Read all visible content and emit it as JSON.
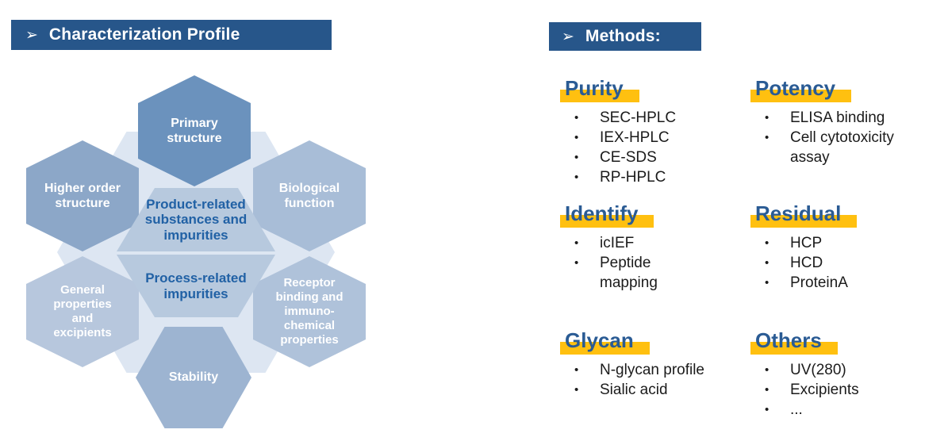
{
  "left_panel": {
    "arrow": "➢",
    "title": "Characterization Profile"
  },
  "diagram": {
    "hexagons": {
      "primary": {
        "label": "Primary\nstructure"
      },
      "higher_order": {
        "label": "Higher order\nstructure"
      },
      "biological": {
        "label": "Biological\nfunction"
      },
      "general": {
        "label": "General\nproperties\nand\nexcipients"
      },
      "receptor": {
        "label": "Receptor\nbinding and\nimmuno-\nchemical\nproperties"
      },
      "stability": {
        "label": "Stability"
      },
      "center_top": {
        "label": "Product-related\nsubstances and\nimpurities"
      },
      "center_bottom": {
        "label": "Process-related\nimpurities"
      }
    },
    "colors": {
      "primary": "#6B92BD",
      "higher_order": "#8CA7C8",
      "biological": "#A8BDD7",
      "general": "#B7C7DD",
      "receptor": "#AFC2DA",
      "stability": "#9DB4D1",
      "center": "#B7C9DE",
      "center_text": "#2161A5",
      "shadow": "#DDE6F2"
    }
  },
  "right_panel": {
    "arrow": "➢",
    "title": "Methods:",
    "bullet_char": "•",
    "sections": [
      {
        "heading": "Purity",
        "items": [
          "SEC-HPLC",
          "IEX-HPLC",
          "CE-SDS",
          "RP-HPLC"
        ]
      },
      {
        "heading": "Potency",
        "items": [
          "ELISA binding",
          "Cell cytotoxicity\nassay"
        ]
      },
      {
        "heading": "Identify",
        "items": [
          "icIEF",
          "Peptide\nmapping"
        ]
      },
      {
        "heading": "Residual",
        "items": [
          "HCP",
          "HCD",
          "ProteinA"
        ]
      },
      {
        "heading": "Glycan",
        "items": [
          "N-glycan profile",
          "Sialic acid"
        ]
      },
      {
        "heading": "Others",
        "items": [
          "UV(280)",
          "Excipients",
          "..."
        ]
      }
    ]
  },
  "colors": {
    "header_bg": "#27568A",
    "heading_text": "#2A5B94",
    "highlight": "#FFC010"
  }
}
